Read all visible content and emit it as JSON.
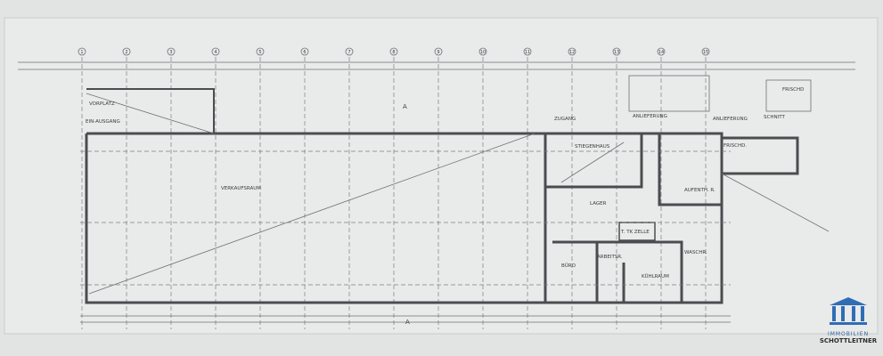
{
  "plan": {
    "grid_labels": [
      "1",
      "2",
      "3",
      "4",
      "5",
      "6",
      "7",
      "8",
      "9",
      "10",
      "11",
      "12",
      "13",
      "14",
      "15"
    ],
    "rooms": {
      "vorplatz": "VORPLATZ",
      "eingang": "EIN-AUSGANG",
      "verkaufsraum": "VERKAUFSRAUM",
      "zugang": "ZUGANG",
      "anlieferung_1": "ANLIEFERUNG",
      "anlieferung_2": "ANLIEFERUNG",
      "stiegenhaus": "STIEGENHAUS",
      "frischd_1": "FRISCHD.",
      "frischd_2": "FRISCHD",
      "schnitt": "SCHNITT",
      "lager": "LAGER",
      "aufenth": "AUFENTH. R.",
      "tkzelle": "T. TK ZELLE",
      "buero": "BÜRO",
      "arbeitsr": "ARBEITSR.",
      "kuehlraum": "KÜHLRAUM",
      "waschr": "WASCHR."
    },
    "section_marker": "A"
  },
  "logo": {
    "line1": "IMMOBILIEN",
    "line2": "SCHOTTLEITNER",
    "color": "#2f6db5"
  }
}
